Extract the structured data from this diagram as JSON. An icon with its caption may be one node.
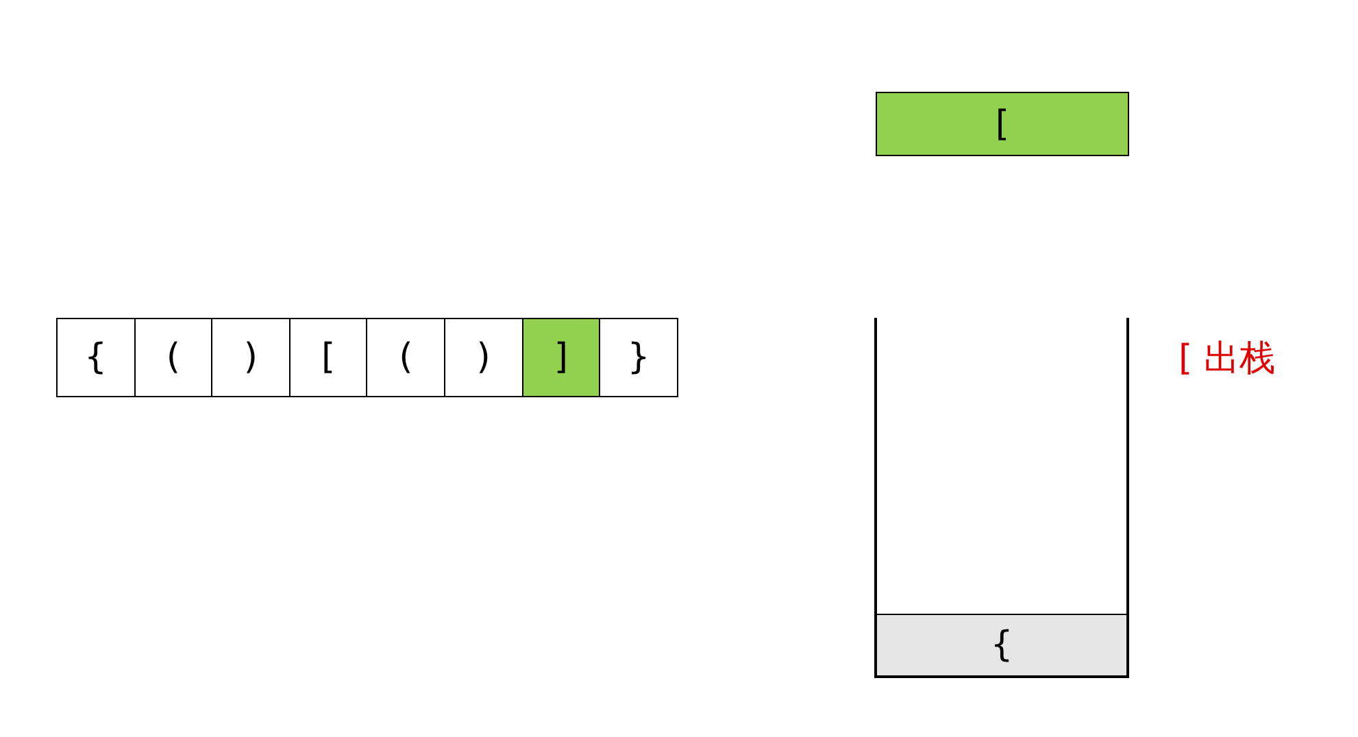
{
  "diagram": {
    "nodes": [
      {
        "text": [
          "{"
        ]
      },
      {
        "text": [
          "("
        ]
      },
      {
        "text": [
          ")"
        ]
      },
      {
        "text": [
          "["
        ]
      },
      {
        "text": [
          "("
        ]
      },
      {
        "text": [
          ")"
        ]
      },
      {
        "text": [
          "]"
        ]
      },
      {
        "text": [
          "}"
        ]
      },
      {
        "text": [
          "["
        ]
      },
      {
        "text": [],
        "shape": "box"
      },
      {
        "text": [
          "{"
        ],
        "in": 9
      }
    ],
    "labels": [
      "[ 出栈"
    ]
  }
}
